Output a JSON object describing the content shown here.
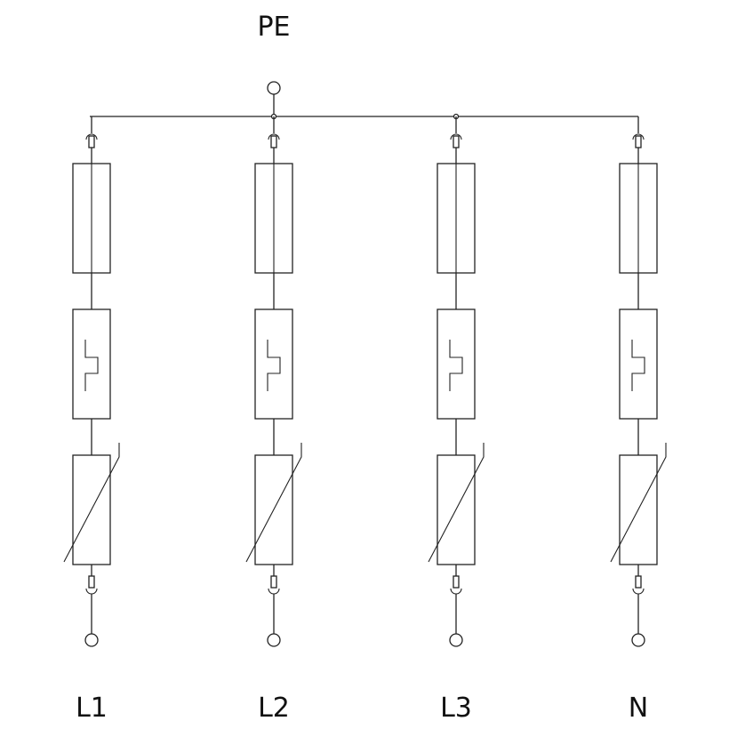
{
  "diagram": {
    "top_label": "PE",
    "lines": [
      {
        "label": "L1"
      },
      {
        "label": "L2"
      },
      {
        "label": "L3"
      },
      {
        "label": "N"
      }
    ],
    "stroke_color": "#222222",
    "background_color": "#ffffff"
  }
}
